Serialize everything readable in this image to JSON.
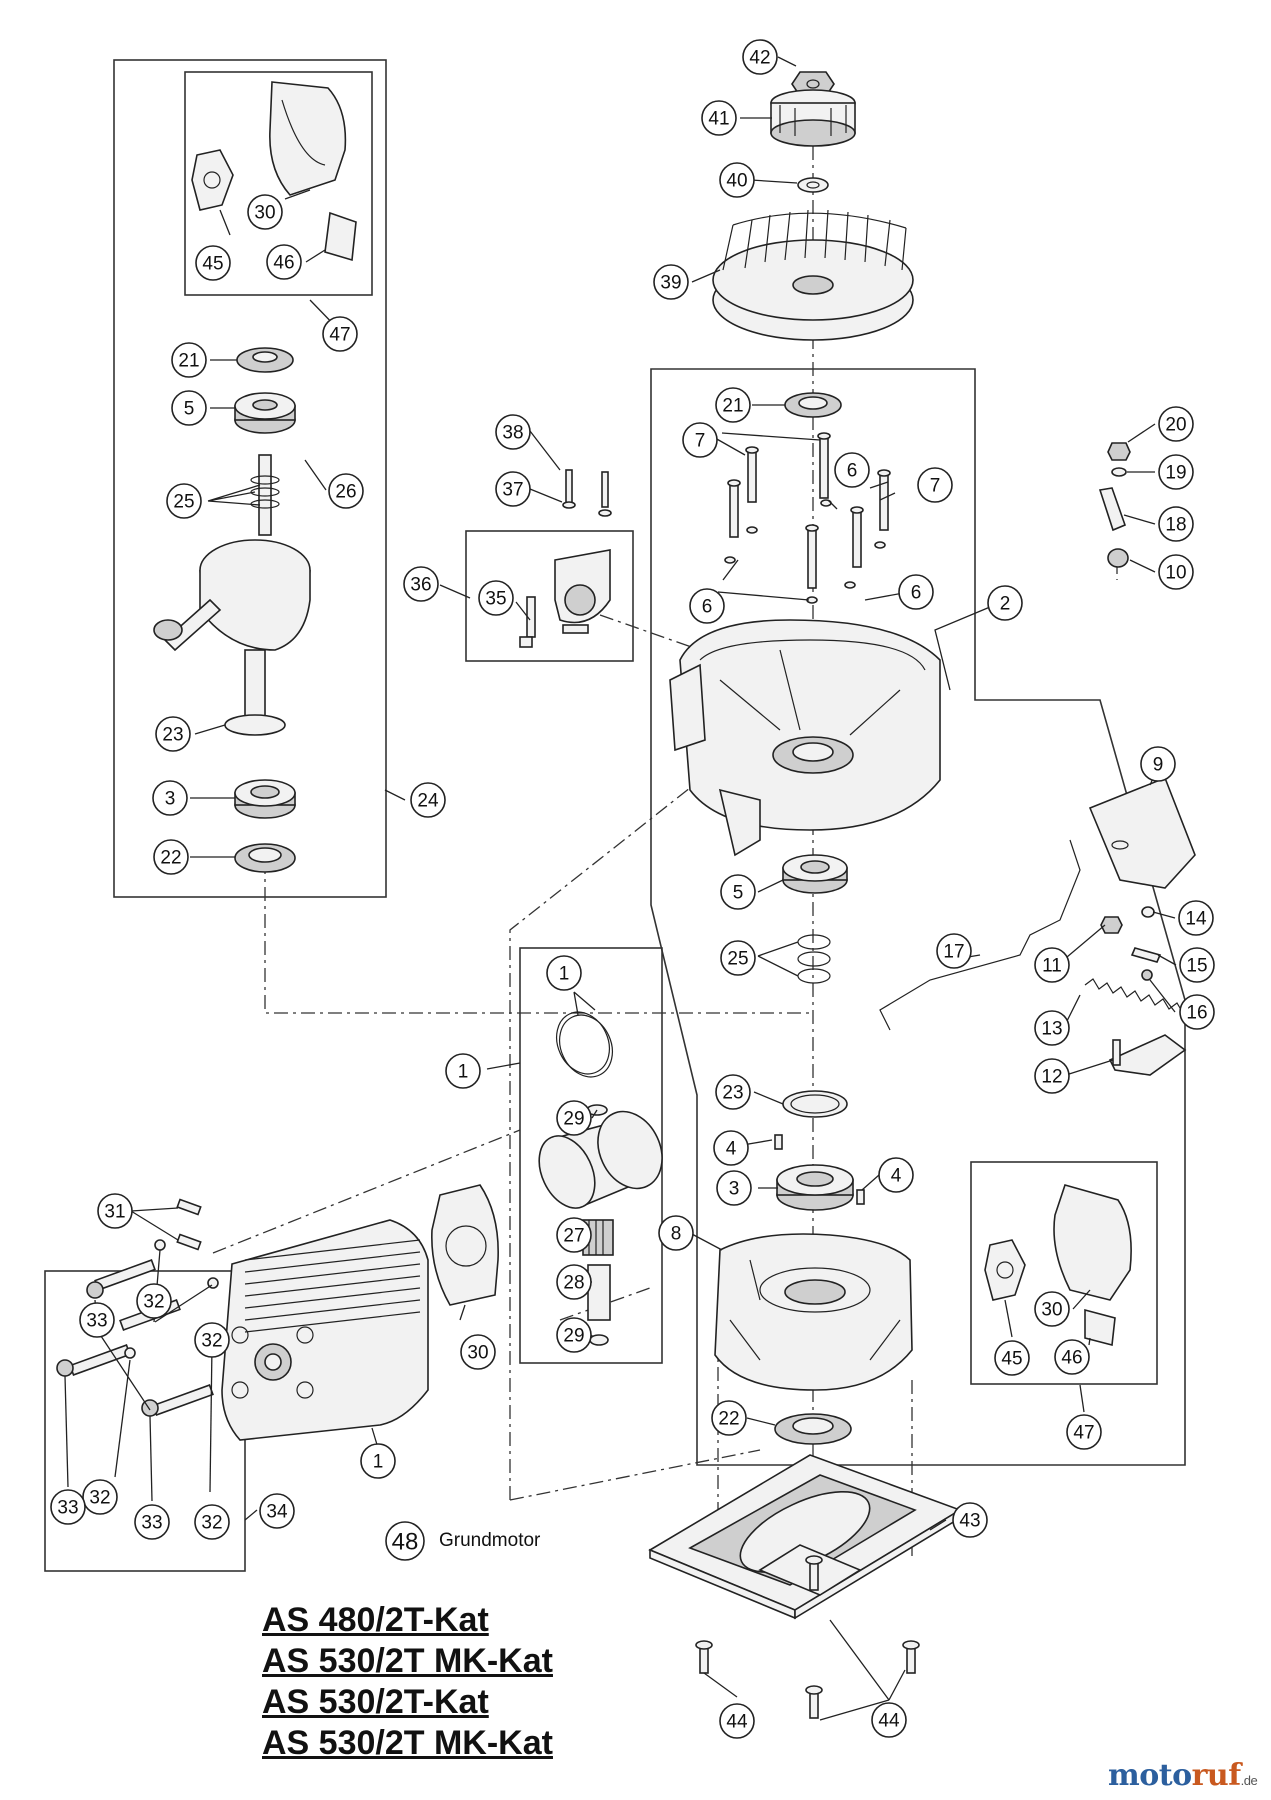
{
  "title_lines": [
    "AS 480/2T-Kat",
    "AS 530/2T MK-Kat",
    "AS 530/2T-Kat",
    "AS 530/2T MK-Kat"
  ],
  "assembly_label": "Grundmotor",
  "assembly_number": "48",
  "watermark": {
    "part1": "moto",
    "part2": "ruf",
    "suffix": ".de"
  },
  "callouts": [
    {
      "id": "c42",
      "num": "42"
    },
    {
      "id": "c41",
      "num": "41"
    },
    {
      "id": "c40",
      "num": "40"
    },
    {
      "id": "c39",
      "num": "39"
    },
    {
      "id": "c21r",
      "num": "21"
    },
    {
      "id": "c7a",
      "num": "7"
    },
    {
      "id": "c7b",
      "num": "7"
    },
    {
      "id": "c6a",
      "num": "6"
    },
    {
      "id": "c6b",
      "num": "6"
    },
    {
      "id": "c6c",
      "num": "6"
    },
    {
      "id": "c2",
      "num": "2"
    },
    {
      "id": "c20",
      "num": "20"
    },
    {
      "id": "c19",
      "num": "19"
    },
    {
      "id": "c18",
      "num": "18"
    },
    {
      "id": "c10",
      "num": "10"
    },
    {
      "id": "c38",
      "num": "38"
    },
    {
      "id": "c37",
      "num": "37"
    },
    {
      "id": "c36",
      "num": "36"
    },
    {
      "id": "c35",
      "num": "35"
    },
    {
      "id": "c30t",
      "num": "30"
    },
    {
      "id": "c45t",
      "num": "45"
    },
    {
      "id": "c46t",
      "num": "46"
    },
    {
      "id": "c47t",
      "num": "47"
    },
    {
      "id": "c21l",
      "num": "21"
    },
    {
      "id": "c5l",
      "num": "5"
    },
    {
      "id": "c25l",
      "num": "25"
    },
    {
      "id": "c26",
      "num": "26"
    },
    {
      "id": "c23l",
      "num": "23"
    },
    {
      "id": "c3l",
      "num": "3"
    },
    {
      "id": "c24",
      "num": "24"
    },
    {
      "id": "c22l",
      "num": "22"
    },
    {
      "id": "c9",
      "num": "9"
    },
    {
      "id": "c5r",
      "num": "5"
    },
    {
      "id": "c25r",
      "num": "25"
    },
    {
      "id": "c17",
      "num": "17"
    },
    {
      "id": "c11",
      "num": "11"
    },
    {
      "id": "c14",
      "num": "14"
    },
    {
      "id": "c15",
      "num": "15"
    },
    {
      "id": "c16",
      "num": "16"
    },
    {
      "id": "c13",
      "num": "13"
    },
    {
      "id": "c12",
      "num": "12"
    },
    {
      "id": "c1a",
      "num": "1"
    },
    {
      "id": "c1b",
      "num": "1"
    },
    {
      "id": "c29a",
      "num": "29"
    },
    {
      "id": "c23r",
      "num": "23"
    },
    {
      "id": "c4a",
      "num": "4"
    },
    {
      "id": "c4b",
      "num": "4"
    },
    {
      "id": "c3r",
      "num": "3"
    },
    {
      "id": "c8",
      "num": "8"
    },
    {
      "id": "c31",
      "num": "31"
    },
    {
      "id": "c27",
      "num": "27"
    },
    {
      "id": "c28",
      "num": "28"
    },
    {
      "id": "c29b",
      "num": "29"
    },
    {
      "id": "c30m",
      "num": "30"
    },
    {
      "id": "c32a",
      "num": "32"
    },
    {
      "id": "c33a",
      "num": "33"
    },
    {
      "id": "c32b",
      "num": "32"
    },
    {
      "id": "c32c",
      "num": "32"
    },
    {
      "id": "c32d",
      "num": "32"
    },
    {
      "id": "c33b",
      "num": "33"
    },
    {
      "id": "c33c",
      "num": "33"
    },
    {
      "id": "c34",
      "num": "34"
    },
    {
      "id": "c1c",
      "num": "1"
    },
    {
      "id": "c30r",
      "num": "30"
    },
    {
      "id": "c45r",
      "num": "45"
    },
    {
      "id": "c46r",
      "num": "46"
    },
    {
      "id": "c47r",
      "num": "47"
    },
    {
      "id": "c22r",
      "num": "22"
    },
    {
      "id": "c43",
      "num": "43"
    },
    {
      "id": "c44a",
      "num": "44"
    },
    {
      "id": "c44b",
      "num": "44"
    }
  ]
}
